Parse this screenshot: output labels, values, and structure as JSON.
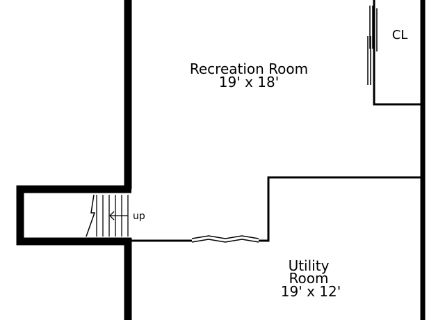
{
  "rooms": {
    "recreation": {
      "name": "Recreation Room",
      "size": "19' x 18'"
    },
    "closet": {
      "name": "CL"
    },
    "utility": {
      "name_line1": "Utility",
      "name_line2": "Room",
      "size": "19' x 12'"
    }
  },
  "stairs": {
    "direction_label": "up"
  },
  "colors": {
    "wall": "#000000",
    "background": "#ffffff"
  }
}
